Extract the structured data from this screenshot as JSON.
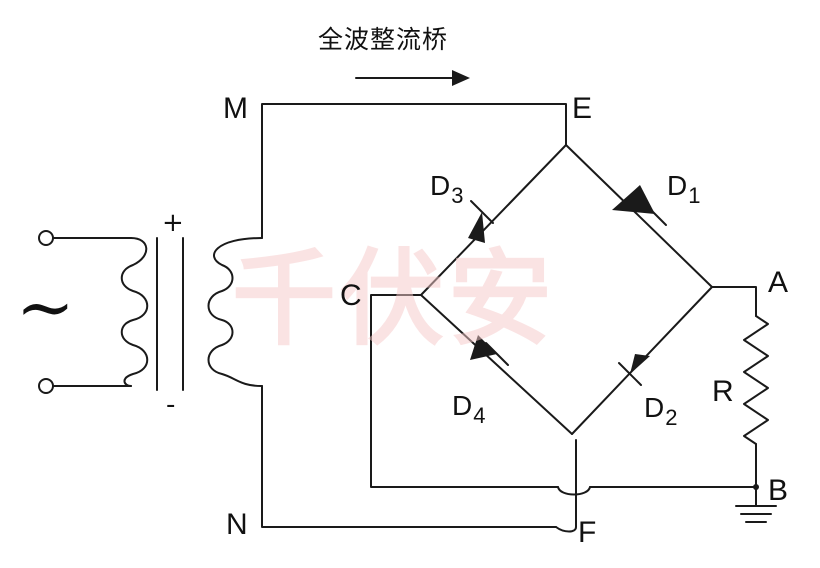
{
  "title": "全波整流桥",
  "watermark": {
    "text": "千伏安",
    "color": "#f6c9c9"
  },
  "source_symbol": "~",
  "transformer": {
    "plus": "+",
    "minus": "-"
  },
  "nodes": {
    "M": "M",
    "E": "E",
    "N": "N",
    "F": "F",
    "C": "C",
    "A": "A",
    "B": "B"
  },
  "diodes": {
    "D1": {
      "letter": "D",
      "sub": "1"
    },
    "D2": {
      "letter": "D",
      "sub": "2"
    },
    "D3": {
      "letter": "D",
      "sub": "3"
    },
    "D4": {
      "letter": "D",
      "sub": "4"
    }
  },
  "resistor": "R",
  "colors": {
    "line": "#1a1a1a",
    "text": "#111111"
  }
}
